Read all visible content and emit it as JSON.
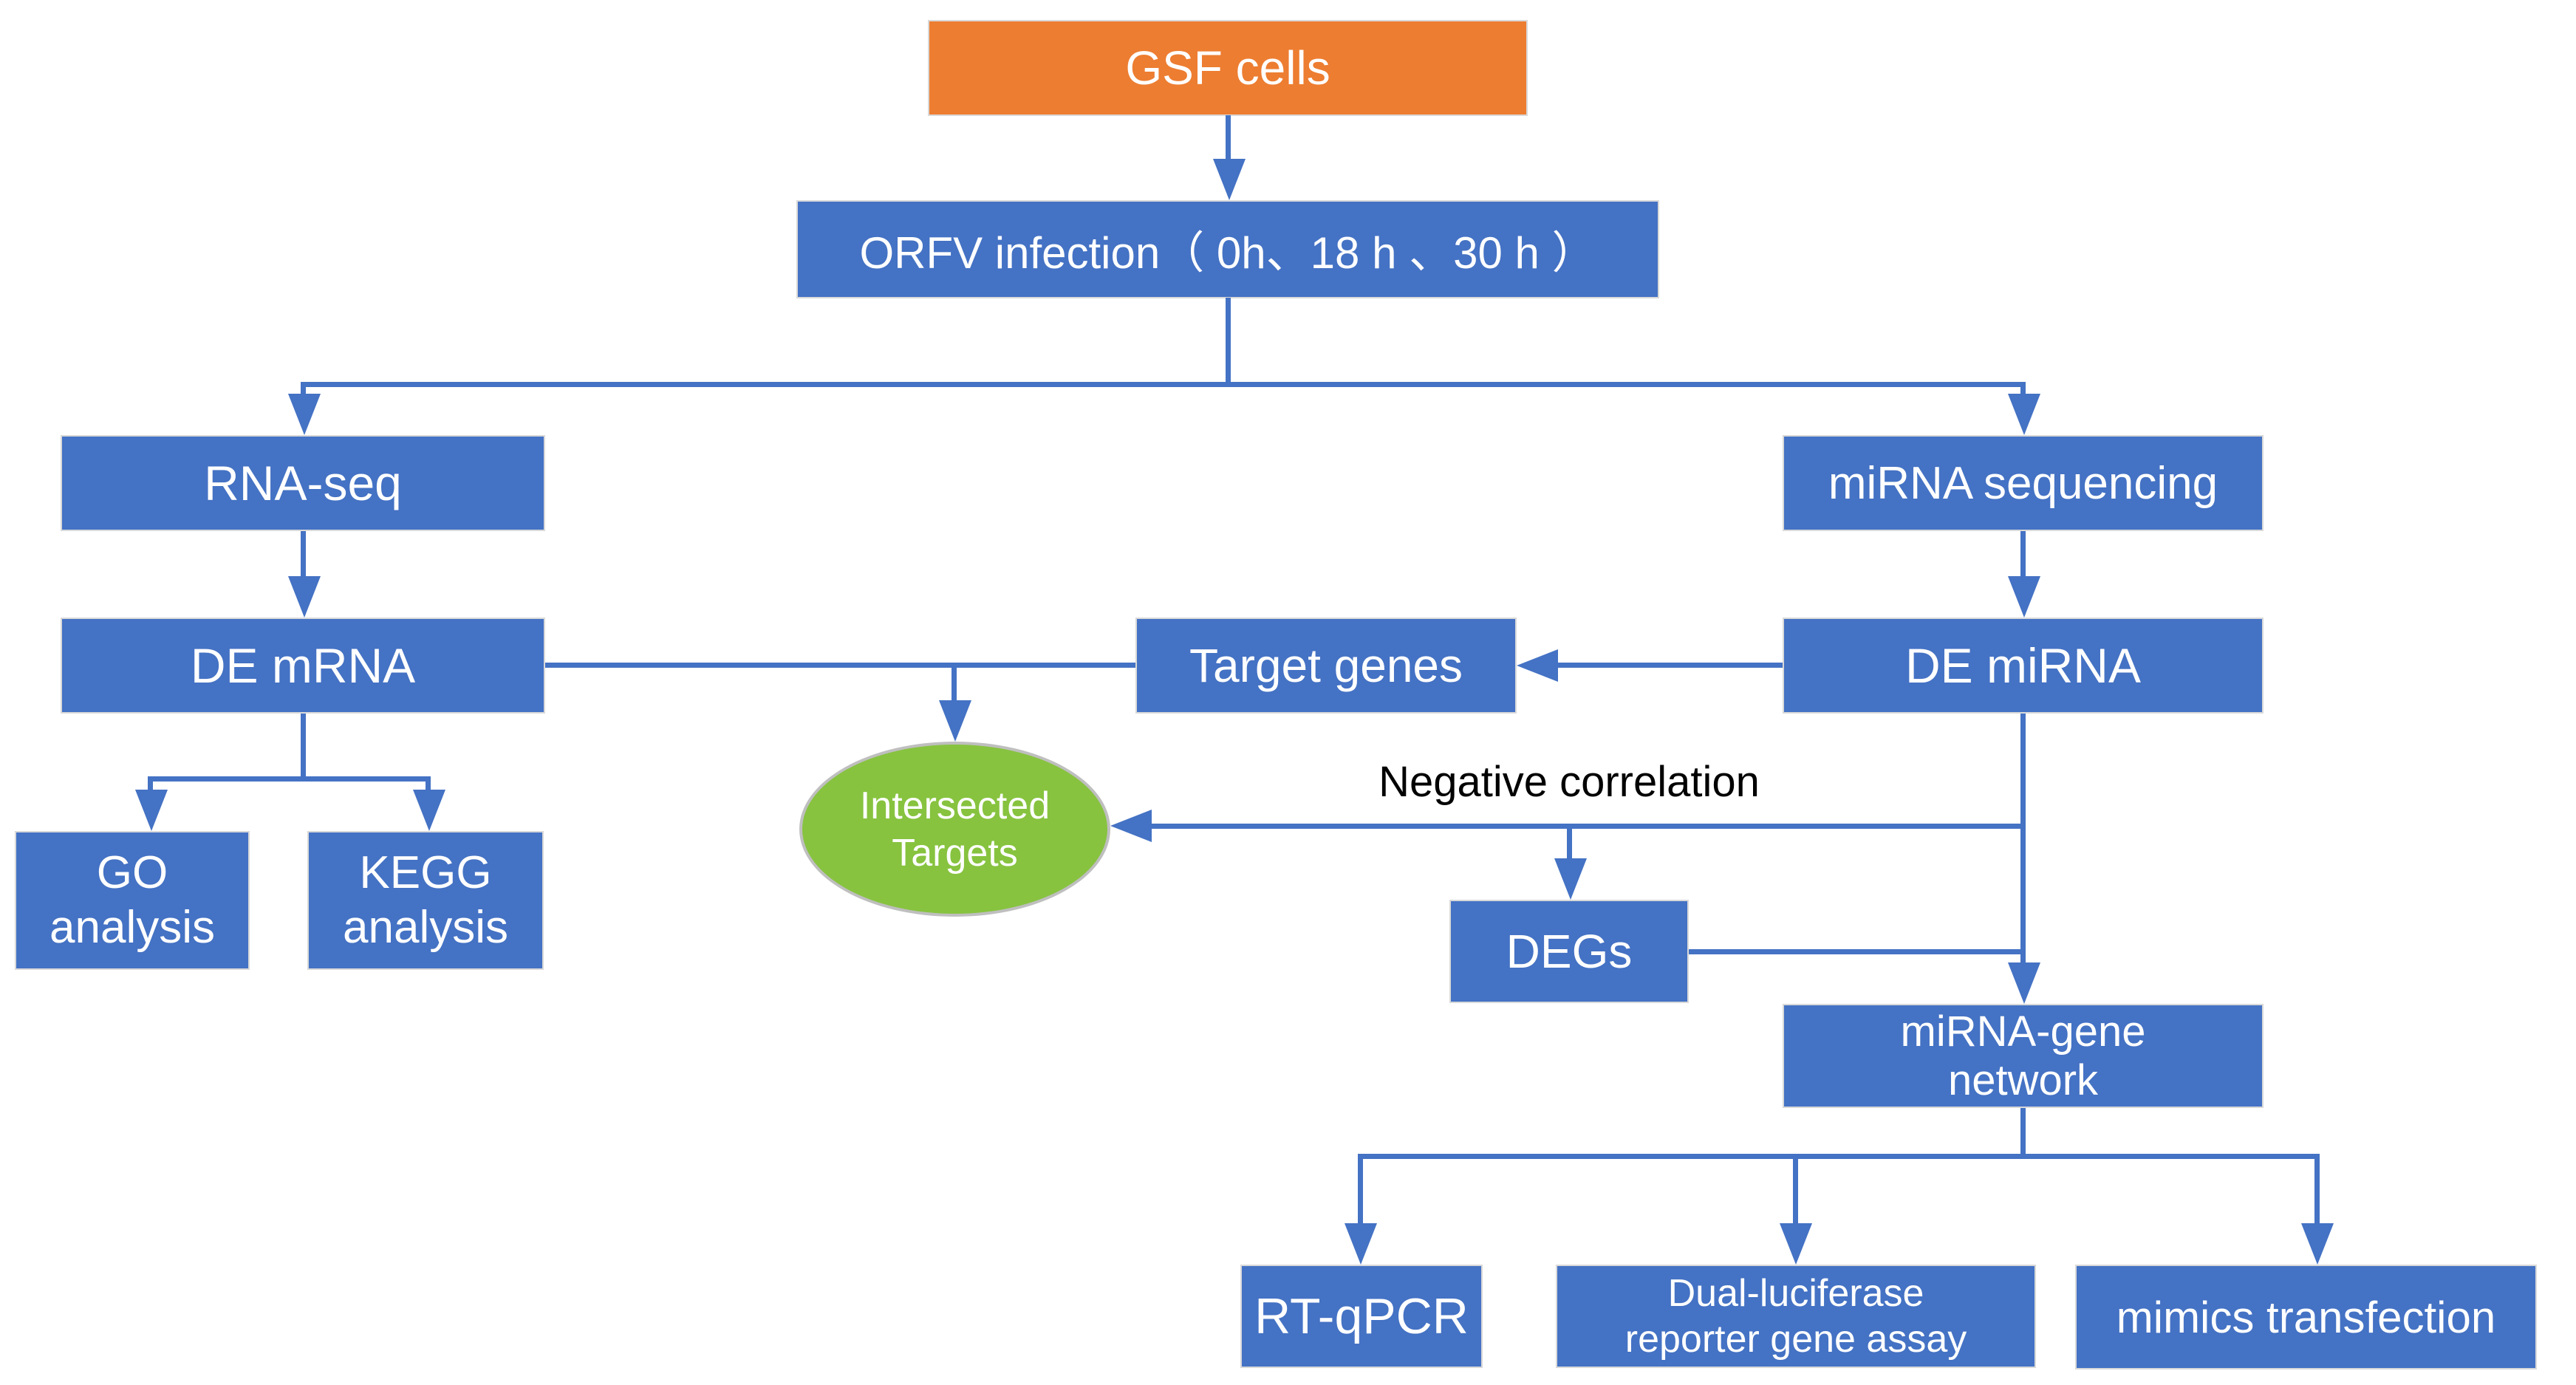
{
  "diagram": {
    "type": "flowchart",
    "colors": {
      "box_blue": "#4472C4",
      "box_orange": "#ED7D31",
      "ellipse_green": "#87C33F",
      "ellipse_border_gray": "#BFBFBF",
      "connector_blue": "#4472C4",
      "box_text": "#FFFFFF",
      "edge_label_text": "#000000",
      "background": "#FFFFFF"
    }
  },
  "nodes": {
    "gsf_cells": {
      "label": "GSF cells",
      "shape": "rect",
      "color": "orange"
    },
    "orfv_infection": {
      "label": "ORFV infection（ 0h、18 h 、30 h ）",
      "shape": "rect",
      "color": "blue"
    },
    "rna_seq": {
      "label": "RNA-seq",
      "shape": "rect",
      "color": "blue"
    },
    "de_mrna": {
      "label": "DE mRNA",
      "shape": "rect",
      "color": "blue"
    },
    "go_analysis": {
      "label": "GO analysis",
      "lines": [
        "GO",
        "analysis"
      ],
      "shape": "rect",
      "color": "blue"
    },
    "kegg_analysis": {
      "label": "KEGG analysis",
      "lines": [
        "KEGG",
        "analysis"
      ],
      "shape": "rect",
      "color": "blue"
    },
    "target_genes": {
      "label": "Target genes",
      "shape": "rect",
      "color": "blue"
    },
    "intersected_targets": {
      "label": "Intersected Targets",
      "lines": [
        "Intersected",
        "Targets"
      ],
      "shape": "ellipse",
      "color": "green"
    },
    "mirna_sequencing": {
      "label": "miRNA sequencing",
      "shape": "rect",
      "color": "blue"
    },
    "de_mirna": {
      "label": "DE miRNA",
      "shape": "rect",
      "color": "blue"
    },
    "degs": {
      "label": "DEGs",
      "shape": "rect",
      "color": "blue"
    },
    "mirna_gene_network": {
      "label": "miRNA-gene network",
      "lines": [
        "miRNA-gene",
        "network"
      ],
      "shape": "rect",
      "color": "blue"
    },
    "rt_qpcr": {
      "label": "RT-qPCR",
      "shape": "rect",
      "color": "blue"
    },
    "dual_luciferase": {
      "label": "Dual-luciferase reporter gene assay",
      "lines": [
        "Dual-luciferase",
        "reporter gene assay"
      ],
      "shape": "rect",
      "color": "blue"
    },
    "mimics_transfection": {
      "label": "mimics transfection",
      "shape": "rect",
      "color": "blue"
    }
  },
  "edge_labels": {
    "negative_correlation": "Negative correlation"
  },
  "edges": [
    "GSF cells -> ORFV infection（ 0h、18 h 、30 h ）",
    "ORFV infection（ 0h、18 h 、30 h ） -> RNA-seq",
    "ORFV infection（ 0h、18 h 、30 h ） -> miRNA sequencing",
    "RNA-seq -> DE mRNA",
    "DE mRNA -> GO analysis",
    "DE mRNA -> KEGG analysis",
    "DE mRNA - Target genes",
    "DE mRNA -> Intersected Targets",
    "miRNA sequencing -> DE miRNA",
    "DE miRNA -> Target genes",
    "DE miRNA -> Intersected Targets (Negative correlation)",
    "DE miRNA -> DEGs (Negative correlation)",
    "DEGs - miRNA-gene network",
    "DE miRNA -> miRNA-gene network",
    "miRNA-gene network -> RT-qPCR",
    "miRNA-gene network -> Dual-luciferase reporter gene assay",
    "miRNA-gene network -> mimics transfection"
  ]
}
